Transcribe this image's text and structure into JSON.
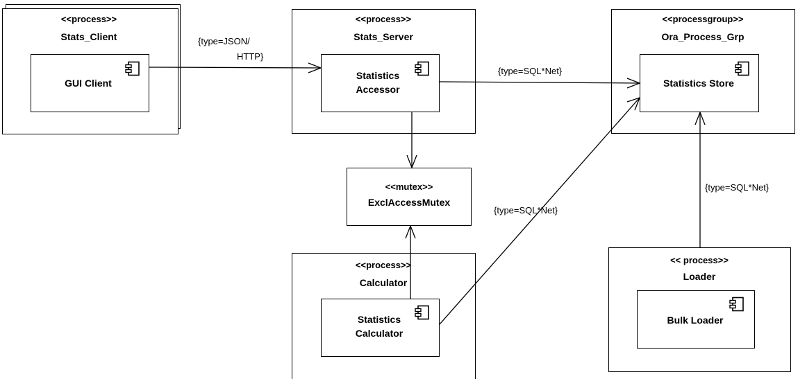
{
  "nodes": {
    "stats_client": {
      "stereotype": "<<process>>",
      "name": "Stats_Client"
    },
    "stats_server": {
      "stereotype": "<<process>>",
      "name": "Stats_Server"
    },
    "ora_group": {
      "stereotype": "<<processgroup>>",
      "name": "Ora_Process_Grp"
    },
    "mutex": {
      "stereotype": "<<mutex>>",
      "name": "ExclAccessMutex"
    },
    "calculator": {
      "stereotype": "<<process>>",
      "name": "Calculator"
    },
    "loader": {
      "stereotype": "<< process>>",
      "name": "Loader"
    }
  },
  "components": {
    "gui_client": {
      "line1": "GUI Client",
      "line2": "",
      "icon": "component-icon"
    },
    "statistics_accessor": {
      "line1": "Statistics",
      "line2": "Accessor",
      "icon": "component-icon"
    },
    "statistics_store": {
      "line1": "Statistics Store",
      "line2": "",
      "icon": "component-icon"
    },
    "statistics_calculator": {
      "line1": "Statistics",
      "line2": "Calculator",
      "icon": "component-icon"
    },
    "bulk_loader": {
      "line1": "Bulk Loader",
      "line2": "",
      "icon": "component-icon"
    }
  },
  "connectors": {
    "json_http": {
      "line1": "{type=JSON/",
      "line2": "HTTP}"
    },
    "sql_accessor": {
      "label": "{type=SQL*Net}"
    },
    "sql_calculator": {
      "label": "{type=SQL*Net}"
    },
    "sql_loader": {
      "label": "{type=SQL*Net}"
    }
  }
}
